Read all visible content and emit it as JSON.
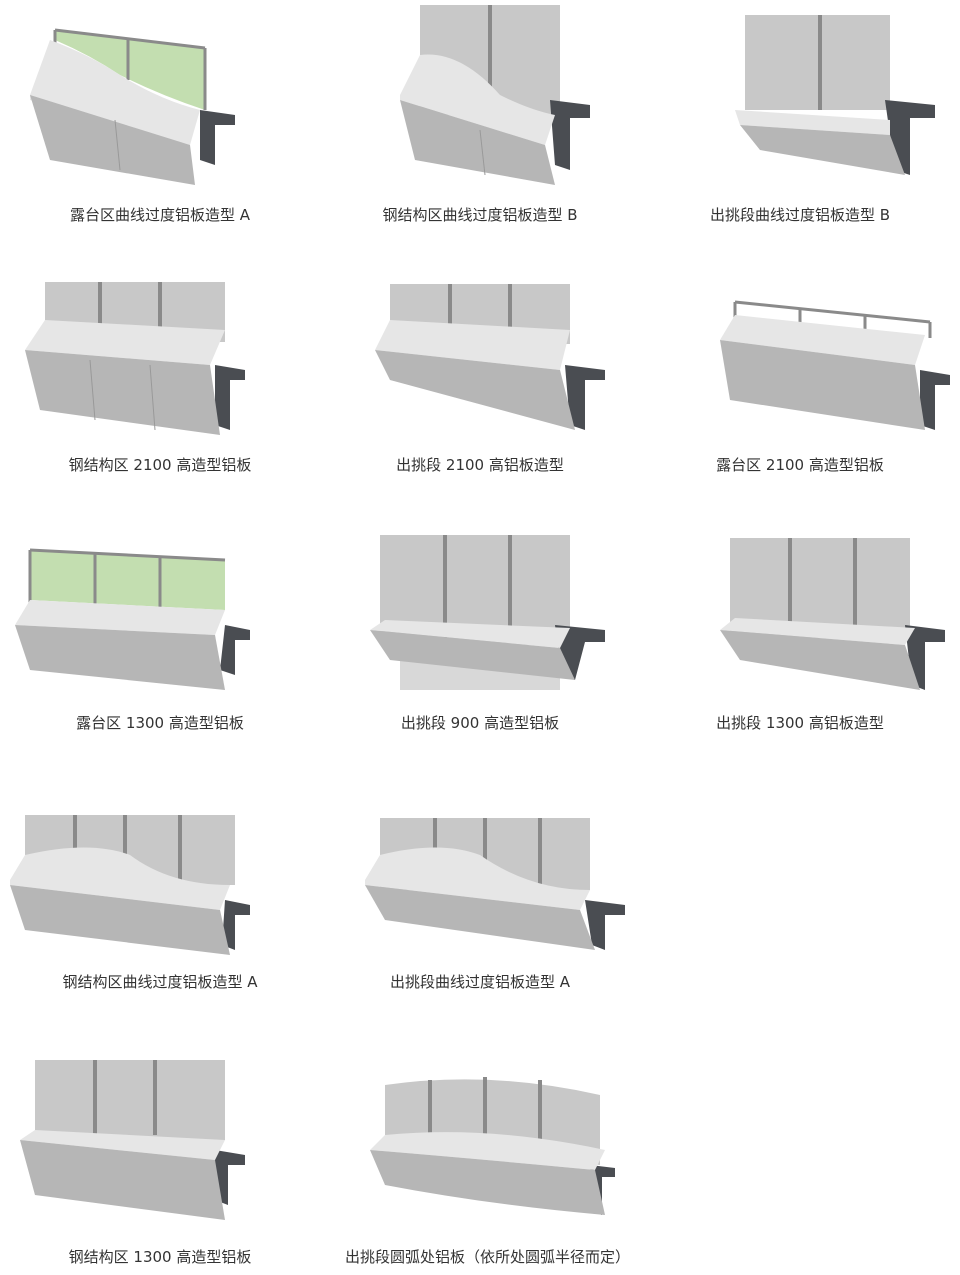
{
  "palette": {
    "backdrop_panel": "#c8c8c8",
    "cladding_face": "#b6b6b6",
    "cladding_top": "#e6e6e6",
    "steel_frame": "#4a4d52",
    "glass_green": "#a9d08e",
    "rail_metal": "#8a8a8a"
  },
  "items": [
    {
      "caption": "露台区曲线过度铝板造型 A",
      "variant": "railing-glass-curve"
    },
    {
      "caption": "钢结构区曲线过度铝板造型 B",
      "variant": "tall-curve"
    },
    {
      "caption": "出挑段曲线过度铝板造型 B",
      "variant": "tall-sloped"
    },
    {
      "caption": "钢结构区 2100 高造型铝板",
      "variant": "panel-standard"
    },
    {
      "caption": "出挑段 2100 高铝板造型",
      "variant": "panel-sloped"
    },
    {
      "caption": "露台区 2100 高造型铝板",
      "variant": "railing-rail"
    },
    {
      "caption": "露台区 1300 高造型铝板",
      "variant": "railing-glass"
    },
    {
      "caption": "出挑段 900 高造型铝板",
      "variant": "tall-short"
    },
    {
      "caption": "出挑段 1300 高铝板造型",
      "variant": "tall-short-b"
    },
    {
      "caption": "钢结构区曲线过度铝板造型 A",
      "variant": "curve-wide"
    },
    {
      "caption": "出挑段曲线过度铝板造型 A",
      "variant": "curve-wide-sloped"
    },
    {
      "caption": "钢结构区 1300 高造型铝板",
      "variant": "panel-tall-standard"
    },
    {
      "caption": "出挑段圆弧处铝板（依所处圆弧半径而定）",
      "variant": "arc-wide"
    }
  ]
}
